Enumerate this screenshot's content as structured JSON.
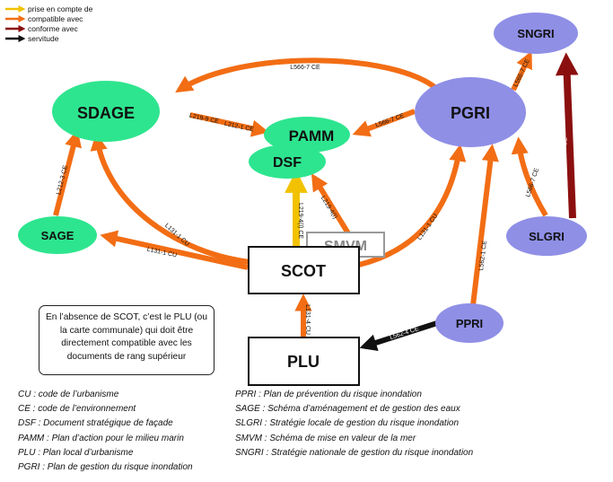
{
  "legend": [
    {
      "label": "prise en compte de",
      "color": "#f2c200"
    },
    {
      "label": "compatible avec",
      "color": "#f26d14"
    },
    {
      "label": "conforme avec",
      "color": "#8b0f0f"
    },
    {
      "label": "servitude",
      "color": "#111111"
    }
  ],
  "nodes": {
    "sdage": "SDAGE",
    "pamm": "PAMM",
    "dsf": "DSF",
    "pgri": "PGRI",
    "sngri": "SNGRI",
    "sage": "SAGE",
    "slgri": "SLGRI",
    "smvm": "SMVM",
    "scot": "SCOT",
    "pplu": "PLU",
    "ppri": "PPRI"
  },
  "edges": {
    "pgri_sdage": "L566-7 CE",
    "sdage_pamm_a": "L219-9 CE",
    "sdage_pamm_b": "L212-1 CE",
    "pgri_pamm": "L566-7 CE",
    "pgri_sngri": "L566-7 CE",
    "slgri_sngri": "L566-8 CE",
    "slgri_pgri": "L566-7 CE",
    "sage_sdage": "L212-3 CE",
    "scot_sdage": "L131-1 CU",
    "scot_sage": "L131-1 CU",
    "scot_dsf": "L219-4(I) CE",
    "smvm_dsf": "L219-4(I)",
    "scot_pgri": "L131-1 CU",
    "ppri_pgri": "L562-1 CE",
    "plu_scot": "L131-4 CU",
    "ppri_plu": "L562-4 CE"
  },
  "note": "En l’absence de SCOT, c’est le PLU (ou la carte communale) qui doit être directement compatible avec les documents de rang supérieur",
  "glossary_left": [
    "CU : code de l’urbanisme",
    "CE : code de l’environnement",
    "DSF : Document stratégique de façade",
    "PAMM : Plan d’action pour le milieu marin",
    "PLU : Plan local d’urbanisme",
    "PGRI : Plan de gestion du risque inondation"
  ],
  "glossary_right": [
    "PPRI : Plan de prévention du risque inondation",
    "SAGE : Schéma d’aménagement et de gestion des eaux",
    "SLGRI : Stratégie locale de gestion du risque inondation",
    "SMVM : Schéma de mise en valeur de la mer",
    "SNGRI : Stratégie nationale de gestion du risque inondation"
  ],
  "colors": {
    "green": "#2ee58f",
    "purple": "#8f8fe6",
    "orange": "#f26d14",
    "yellow": "#f2c200",
    "darkred": "#8b0f0f"
  }
}
